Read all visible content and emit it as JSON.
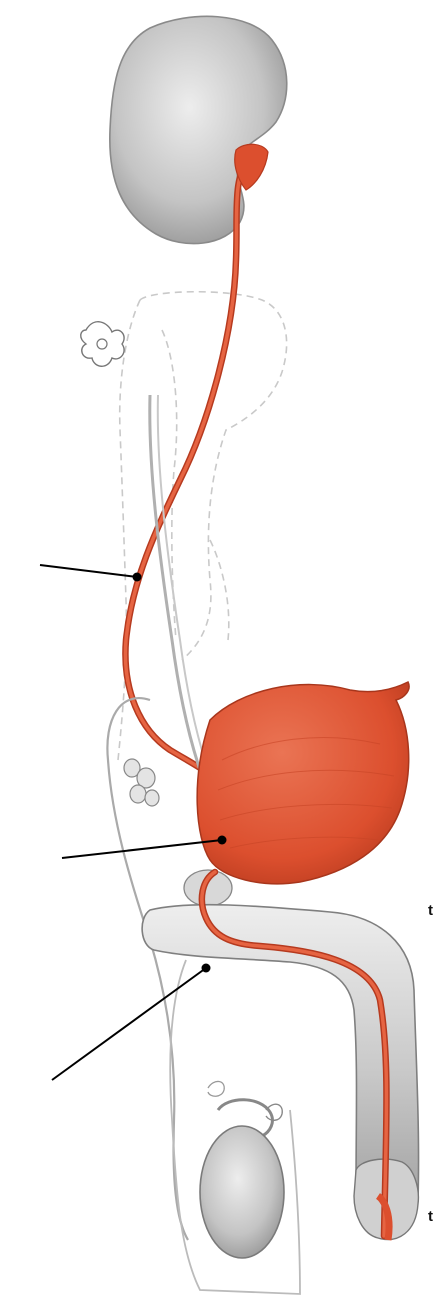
{
  "labels": {
    "partial_1": "t",
    "partial_2": "t"
  },
  "colors": {
    "organ_gray": "#c8c8c8",
    "organ_shadow": "#8e8e8e",
    "urinary_red": "#e0512f",
    "urinary_dark": "#b63a1f",
    "outline": "#bdbdbd",
    "leader_line": "#000000"
  },
  "parts": [
    "kidney",
    "ureter",
    "urinary-bladder",
    "urethra",
    "penis",
    "testis",
    "vas-deferens",
    "seminal-vesicle",
    "prostate",
    "dashed-pelvic-outline",
    "adrenal-gland"
  ]
}
